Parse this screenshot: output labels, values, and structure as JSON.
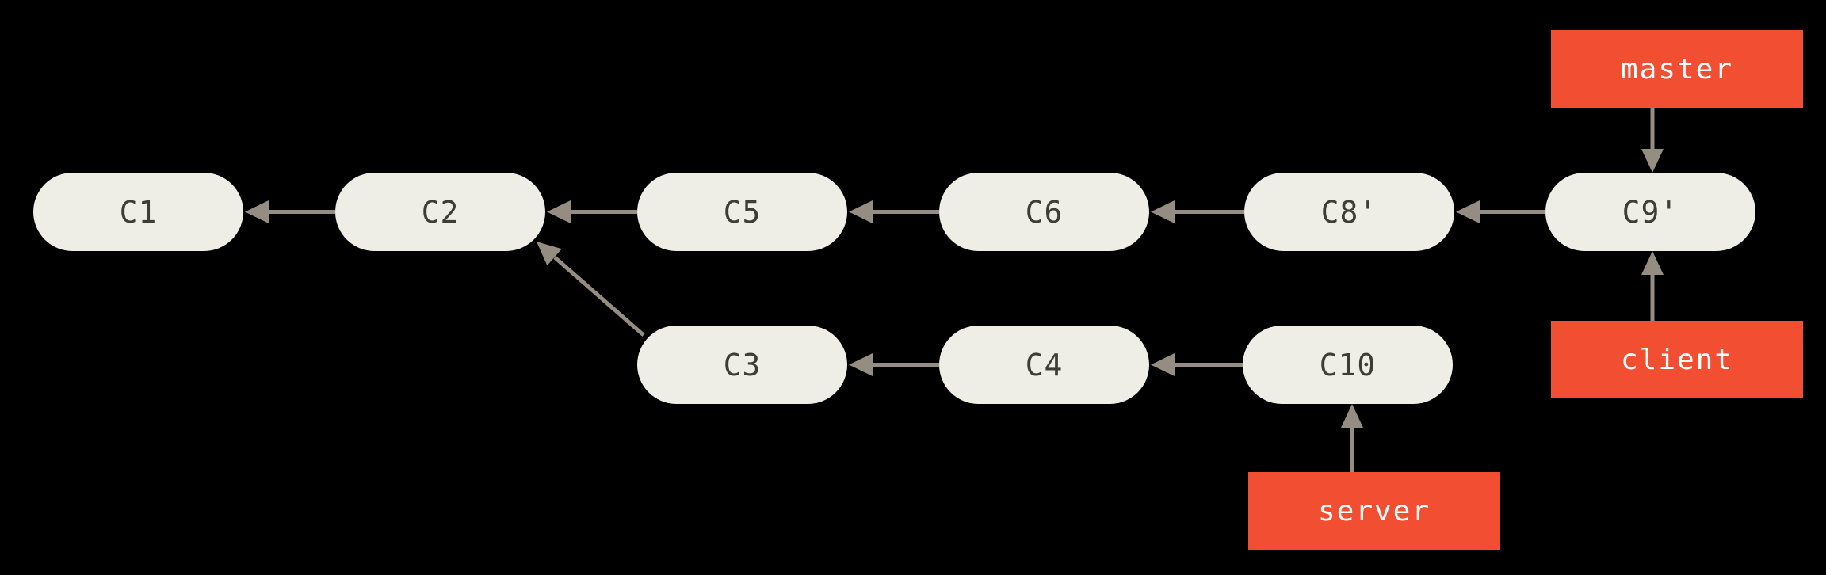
{
  "diagram": {
    "type": "git-commit-graph",
    "colors": {
      "background": "#000000",
      "node_fill": "#efeee6",
      "node_text": "#3d3c36",
      "arrow": "#958d82",
      "branch_fill": "#f14e32",
      "branch_text": "#ffffff"
    },
    "commits": [
      {
        "label": "C1",
        "row": 1
      },
      {
        "label": "C2",
        "row": 1
      },
      {
        "label": "C5",
        "row": 1
      },
      {
        "label": "C6",
        "row": 1
      },
      {
        "label": "C8'",
        "row": 1
      },
      {
        "label": "C9'",
        "row": 1
      },
      {
        "label": "C3",
        "row": 2
      },
      {
        "label": "C4",
        "row": 2
      },
      {
        "label": "C10",
        "row": 2
      }
    ],
    "branches": [
      {
        "label": "master",
        "points_to": "C9'"
      },
      {
        "label": "client",
        "points_to": "C9'"
      },
      {
        "label": "server",
        "points_to": "C10"
      }
    ],
    "edges": [
      {
        "from": "C2",
        "to": "C1"
      },
      {
        "from": "C5",
        "to": "C2"
      },
      {
        "from": "C6",
        "to": "C5"
      },
      {
        "from": "C8'",
        "to": "C6"
      },
      {
        "from": "C9'",
        "to": "C8'"
      },
      {
        "from": "C3",
        "to": "C2"
      },
      {
        "from": "C4",
        "to": "C3"
      },
      {
        "from": "C10",
        "to": "C4"
      },
      {
        "from": "master",
        "to": "C9'"
      },
      {
        "from": "client",
        "to": "C9'"
      },
      {
        "from": "server",
        "to": "C10"
      }
    ]
  }
}
